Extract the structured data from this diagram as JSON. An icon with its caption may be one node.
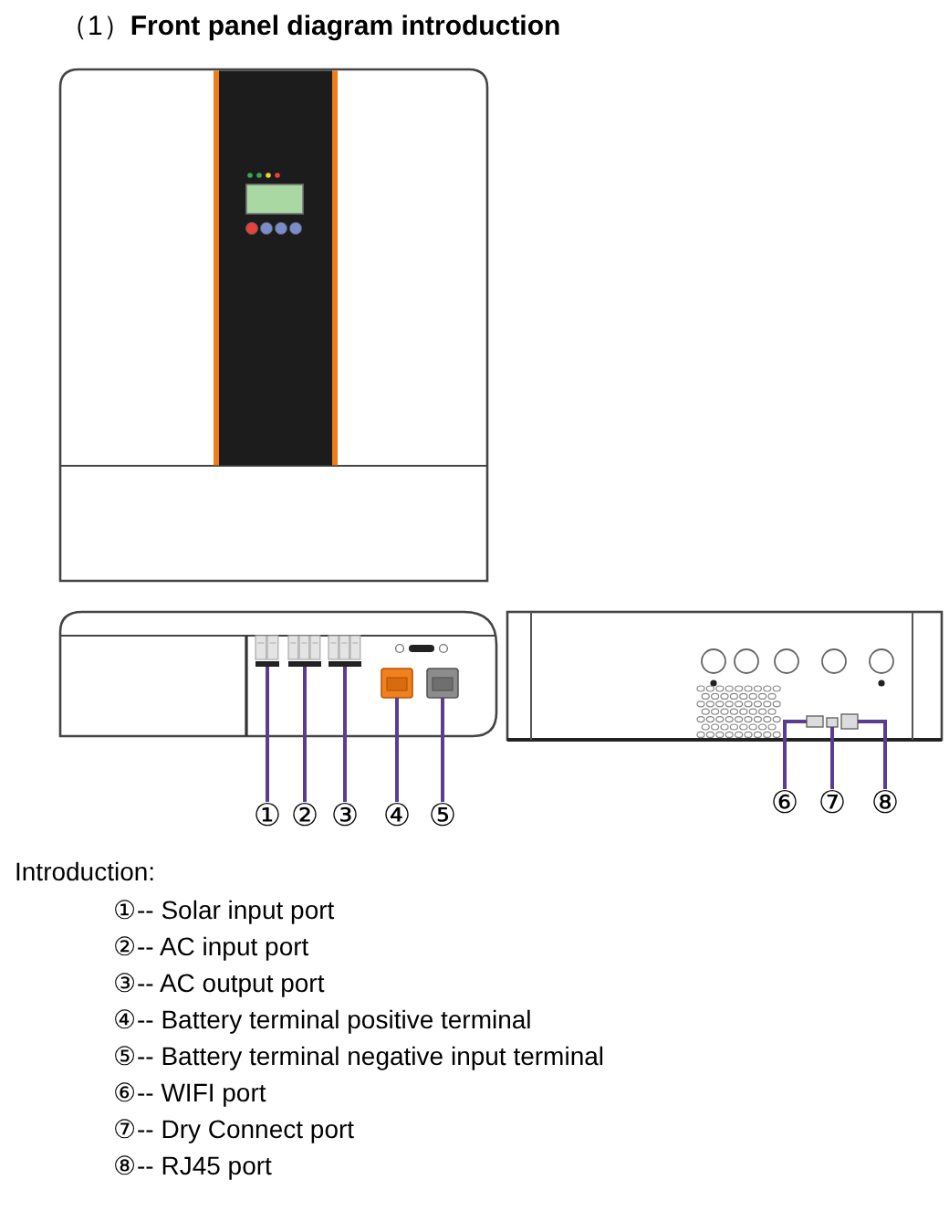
{
  "diagram": {
    "title": "（1）**Front panel diagram introduction**",
    "nodes": [
      {
        "text": [
          "①"
        ]
      },
      {
        "text": [
          "②"
        ]
      },
      {
        "text": [
          "③"
        ]
      },
      {
        "text": [
          "④"
        ]
      },
      {
        "text": [
          "⑤"
        ]
      },
      {
        "text": [
          "⑥"
        ]
      },
      {
        "text": [
          "⑦"
        ]
      },
      {
        "text": [
          "⑧"
        ]
      },
      {
        "text": [],
        "shape": "box"
      },
      {
        "text": [],
        "shape": "box"
      },
      {
        "text": [],
        "shape": "box"
      },
      {
        "text": [],
        "shape": "box"
      },
      {
        "text": [],
        "shape": "box"
      },
      {
        "text": [],
        "shape": "box"
      },
      {
        "text": [],
        "shape": "box"
      },
      {
        "text": [],
        "shape": "box"
      }
    ],
    "edges": [
      {
        "from": 0,
        "to": 8,
        "arrow": "none"
      },
      {
        "from": 1,
        "to": 9,
        "arrow": "none"
      },
      {
        "from": 2,
        "to": 10,
        "arrow": "none"
      },
      {
        "from": 3,
        "to": 11,
        "arrow": "none"
      },
      {
        "from": 4,
        "to": 12,
        "arrow": "none"
      },
      {
        "from": 5,
        "to": 13,
        "arrow": "none"
      },
      {
        "from": 6,
        "to": 14,
        "arrow": "none"
      },
      {
        "from": 7,
        "to": 15,
        "arrow": "none"
      }
    ],
    "labels": [
      "Introduction:",
      "①-- Solar input port",
      "②-- AC input port",
      "③-- AC output port",
      "④-- Battery terminal positive terminal",
      "⑤-- Battery terminal negative input terminal",
      "⑥-- WIFI port",
      "⑦-- Dry Connect port",
      "⑧-- RJ45 port"
    ]
  }
}
